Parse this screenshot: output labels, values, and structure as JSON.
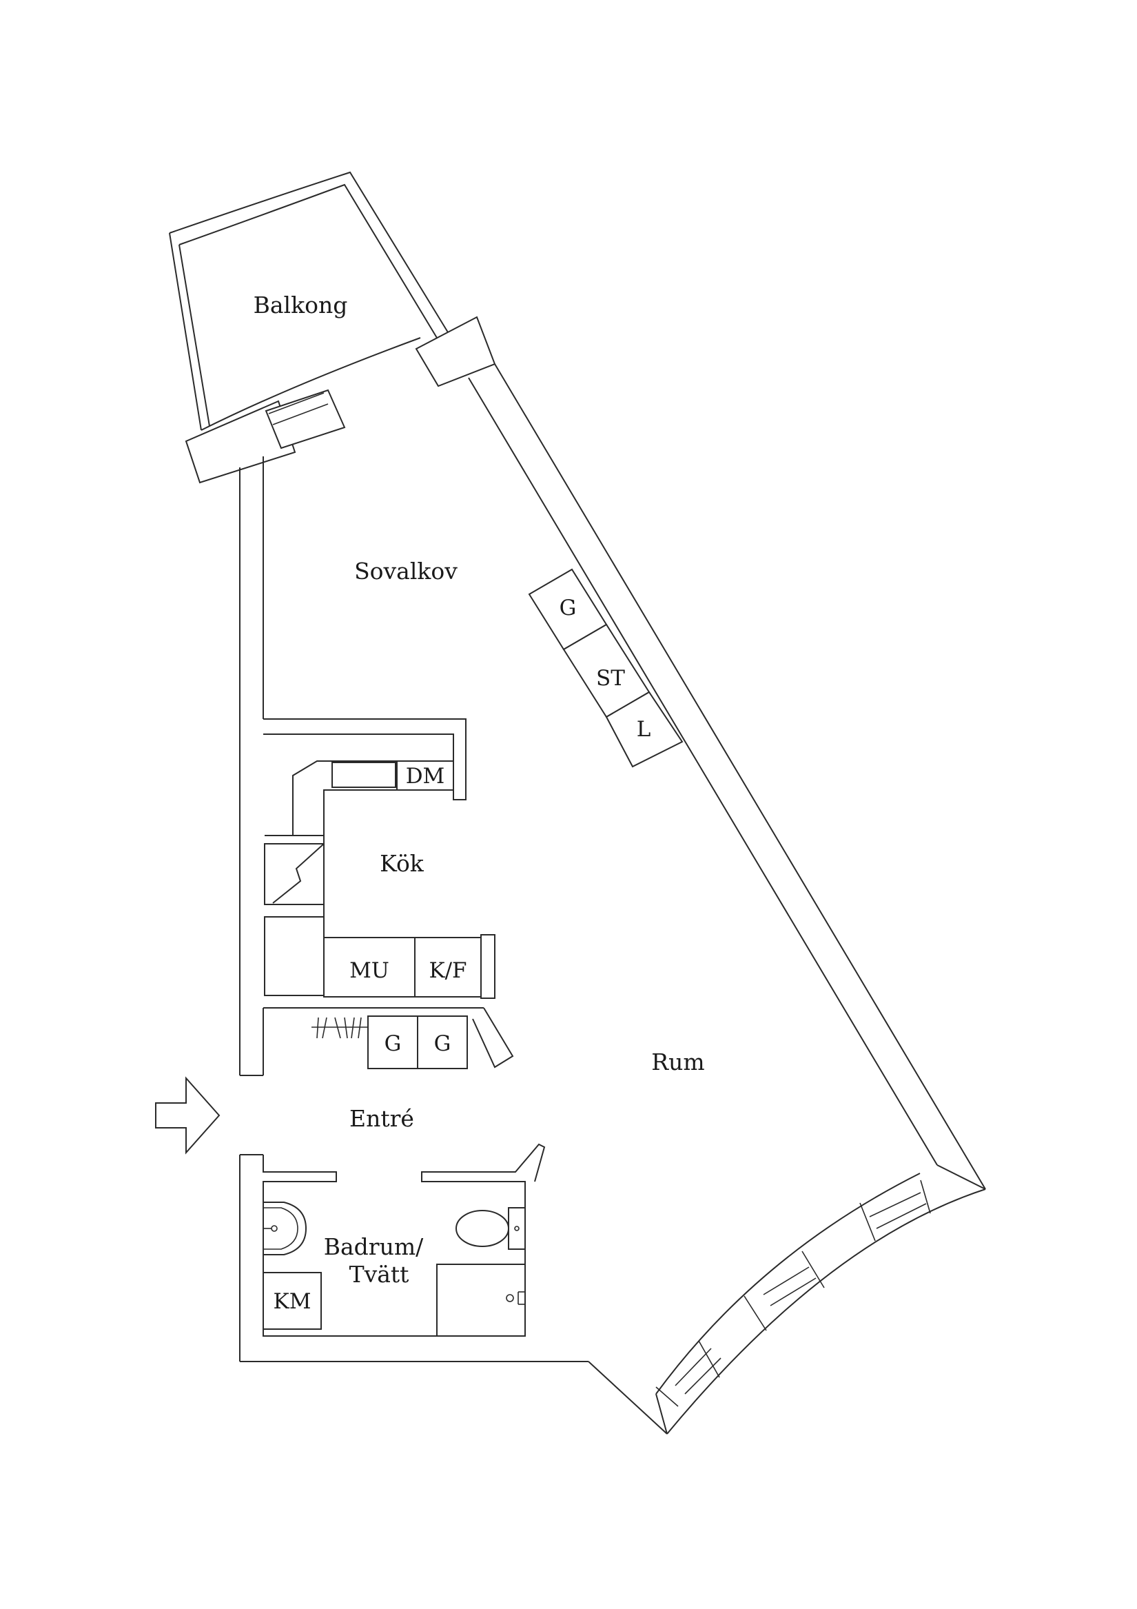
{
  "rooms": {
    "balcony": "Balkong",
    "bedroom": "Sovalkov",
    "kitchen": "Kök",
    "living": "Rum",
    "entry": "Entré",
    "bath_line1": "Badrum/",
    "bath_line2": "Tvätt"
  },
  "fixtures": {
    "wardrobe_bed": "G",
    "storage": "ST",
    "linen": "L",
    "dishwasher": "DM",
    "microwave_oven": "MU",
    "fridge_freezer": "K/F",
    "wardrobe_entry_1": "G",
    "wardrobe_entry_2": "G",
    "washing_machine": "KM"
  }
}
